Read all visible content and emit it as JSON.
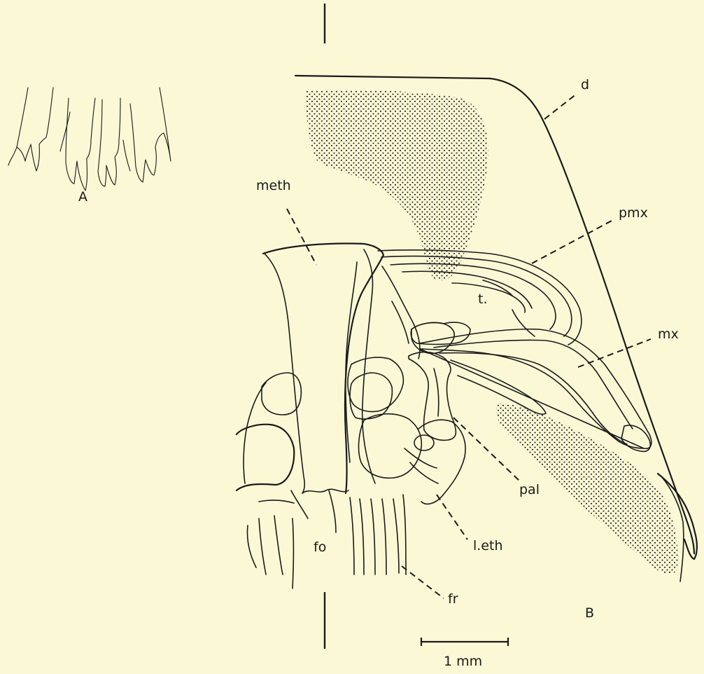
{
  "figure": {
    "panel_a_label": "A",
    "panel_b_label": "B",
    "scale_bar_label": "1 mm"
  },
  "labels": {
    "d": "d",
    "meth": "meth",
    "pmx": "pmx",
    "t": "t.",
    "mx": "mx",
    "pal": "pal",
    "l_eth": "l.eth",
    "fo": "fo",
    "fr": "fr"
  },
  "colors": {
    "paper": "#fbf8d6",
    "ink": "#1a1a1a"
  }
}
